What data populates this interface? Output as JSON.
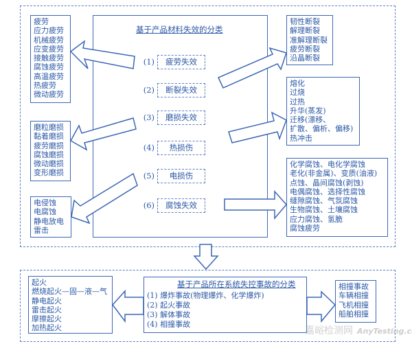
{
  "top_section": {
    "title": "基于产品材料失效的分类",
    "categories": [
      {
        "num": "(1)",
        "label": "疲劳失效"
      },
      {
        "num": "(2)",
        "label": "断裂失效"
      },
      {
        "num": "(3)",
        "label": "磨损失效"
      },
      {
        "num": "(4)",
        "label": "热损伤"
      },
      {
        "num": "(5)",
        "label": "电损伤"
      },
      {
        "num": "(6)",
        "label": "腐蚀失效"
      }
    ],
    "fatigue_list": [
      "疲劳",
      "应力疲劳",
      "机械疲劳",
      "应变疲劳",
      "接触疲劳",
      "腐蚀疲劳",
      "高温疲劳",
      "热疲劳",
      "微动疲劳"
    ],
    "wear_list": [
      "磨粒磨损",
      "黏着磨损",
      "疲劳磨损",
      "腐蚀磨损",
      "微动磨损",
      "变形磨损"
    ],
    "electric_list": [
      "电侵蚀",
      "电腐蚀",
      "静电放电",
      "雷击"
    ],
    "fracture_list": [
      "韧性断裂",
      "解理断裂",
      "准解理断裂",
      "疲劳断裂",
      "沿晶断裂"
    ],
    "thermal_list": [
      "熔化",
      "过烧",
      "过热",
      "升华(蒸发)",
      "迁移(漂移、",
      "扩散、偏析、偏移)",
      "热冲击"
    ],
    "corrosion_list": [
      "化学腐蚀、电化学腐蚀",
      "老化(非金属)、变质(油液)",
      "点蚀、晶间腐蚀(剥蚀)",
      "电偶腐蚀、选择性腐蚀",
      "缝隙腐蚀、气氛腐蚀",
      "生物腐蚀、土壤腐蚀",
      "应力腐蚀、氢脆",
      "腐蚀疲劳"
    ]
  },
  "bottom_section": {
    "title": "基于产品所在系统失控事故的分类",
    "items": [
      "(1) 爆炸事故(物理爆炸、化学爆炸)",
      "(2) 起火事故",
      "(3) 解体事故",
      "(4) 相撞事故"
    ],
    "fire_list": [
      "起火",
      "燃烧起火—固—液—气",
      "静电起火",
      "雷击起火",
      "摩擦起火",
      "加热起火"
    ],
    "collision_list": [
      "相撞事故",
      "车辆相撞",
      "飞机相撞",
      "船舶相撞"
    ]
  },
  "watermark": {
    "cn": "嘉峪检测网",
    "en": "AnyTesting.com"
  },
  "colors": {
    "line": "#3a66b4",
    "text": "#2b58a5"
  }
}
